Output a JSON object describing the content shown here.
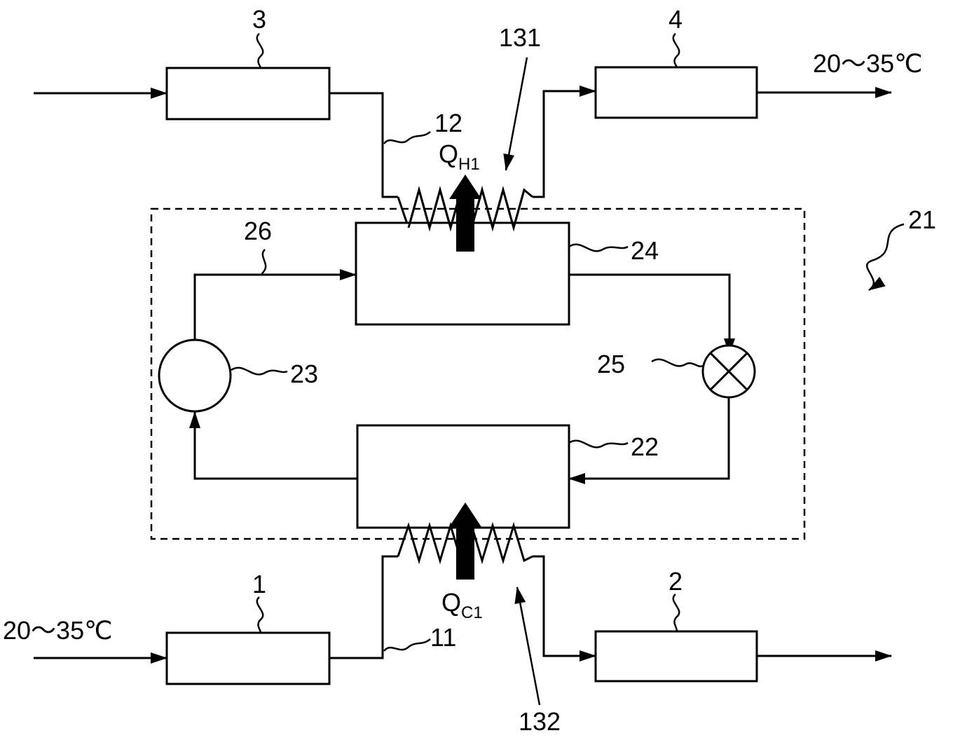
{
  "labels": {
    "n1": "1",
    "n2": "2",
    "n3": "3",
    "n4": "4",
    "n11": "11",
    "n12": "12",
    "n21": "21",
    "n22": "22",
    "n23": "23",
    "n24": "24",
    "n25": "25",
    "n26": "26",
    "n131": "131",
    "n132": "132",
    "temp_top": "20～35℃",
    "temp_bottom": "20～35℃",
    "qh_main": "Q",
    "qh_sub": "H1",
    "qc_main": "Q",
    "qc_sub": "C1"
  }
}
